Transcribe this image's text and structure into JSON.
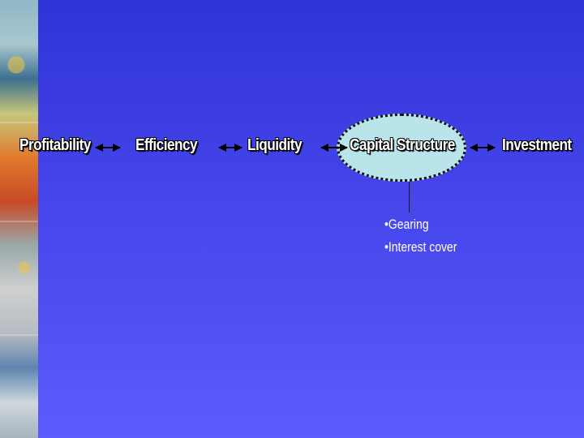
{
  "nodes": {
    "profitability": "Profitability",
    "efficiency": "Efficiency",
    "liquidity": "Liquidity",
    "capital_structure": "Capital Structure",
    "investment": "Investment"
  },
  "capital_structure_items": [
    "•Gearing",
    "•Interest cover"
  ],
  "colors": {
    "background_top": "#2f33d6",
    "background_bottom": "#5a5cfb",
    "highlight_fill": "#b9e5ea",
    "text": "#ffffff",
    "arrow": "#000000"
  }
}
